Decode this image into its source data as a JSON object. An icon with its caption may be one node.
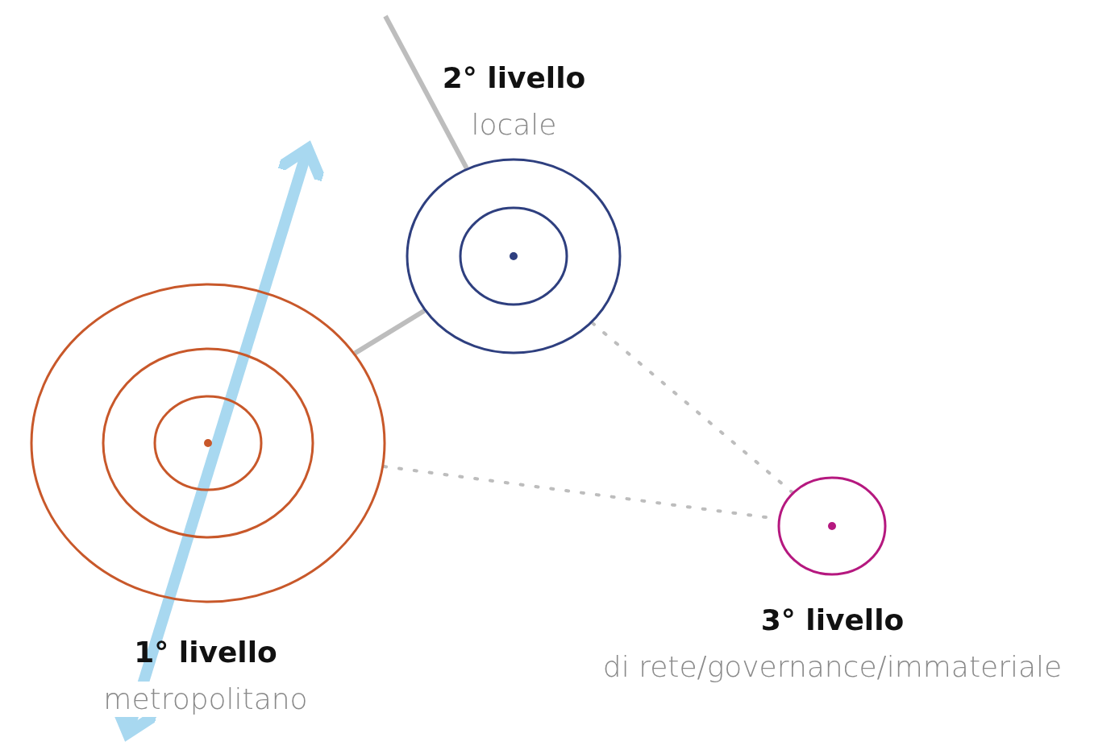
{
  "diagram": {
    "nodes": [
      {
        "text": [
          "1° livello",
          "metropolitano"
        ]
      },
      {
        "text": [
          "2° livello",
          "locale"
        ]
      },
      {
        "text": [
          "3° livello",
          "di rete/governance/immateriale"
        ]
      }
    ],
    "edges": [
      {
        "from": null,
        "to": 1,
        "arrow": "none"
      },
      {
        "from": 0,
        "to": 1,
        "arrow": "none"
      },
      {
        "from": 0,
        "to": 2,
        "arrow": "none",
        "style": "dashed"
      },
      {
        "from": 1,
        "to": 2,
        "arrow": "none",
        "style": "dashed"
      }
    ]
  }
}
